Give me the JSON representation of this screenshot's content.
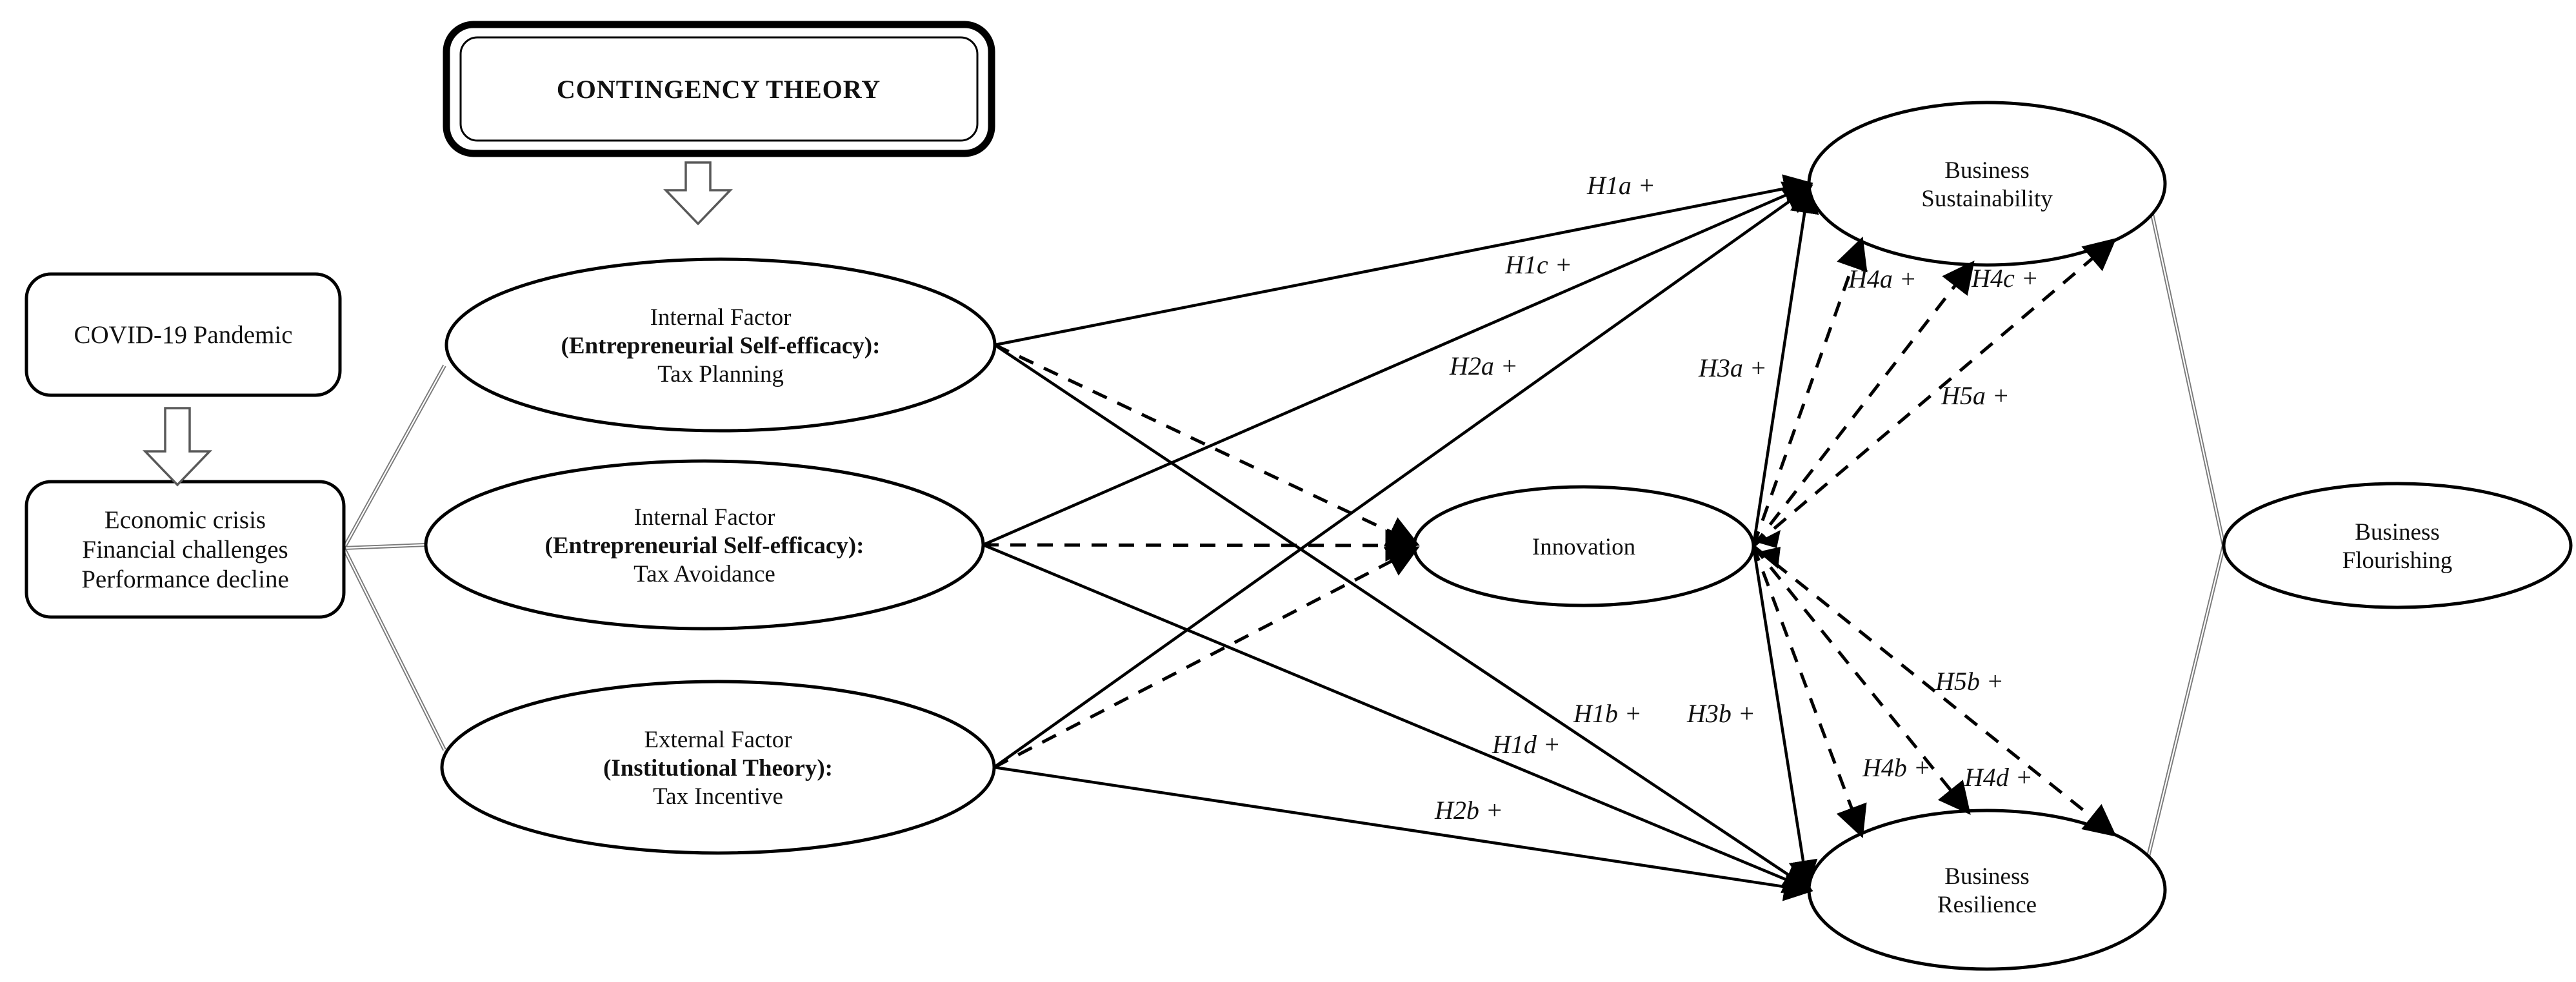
{
  "diagram": {
    "contingency_box": {
      "label": "CONTINGENCY THEORY"
    },
    "covid_box": {
      "label": "COVID-19 Pandemic"
    },
    "impact_box": {
      "line1": "Economic crisis",
      "line2": "Financial challenges",
      "line3": "Performance decline"
    },
    "nodes": {
      "tax_planning": {
        "line1": "Internal Factor",
        "line2": "(Entrepreneurial Self-efficacy):",
        "line3": "Tax Planning"
      },
      "tax_avoidance": {
        "line1": "Internal Factor",
        "line2": "(Entrepreneurial Self-efficacy):",
        "line3": "Tax Avoidance"
      },
      "tax_incentive": {
        "line1": "External Factor",
        "line2": "(Institutional Theory):",
        "line3": "Tax Incentive"
      },
      "innovation": {
        "line1": "Innovation"
      },
      "sustainability": {
        "line1": "Business",
        "line2": "Sustainability"
      },
      "resilience": {
        "line1": "Business",
        "line2": "Resilience"
      },
      "flourishing": {
        "line1": "Business",
        "line2": "Flourishing"
      }
    },
    "hypotheses": {
      "h1a": "H1a +",
      "h1b": "H1b +",
      "h1c": "H1c +",
      "h1d": "H1d +",
      "h2a": "H2a +",
      "h2b": "H2b +",
      "h3a": "H3a +",
      "h3b": "H3b +",
      "h4a": "H4a +",
      "h4b": "H4b +",
      "h4c": "H4c +",
      "h4d": "H4d +",
      "h5a": "H5a +",
      "h5b": "H5b +"
    },
    "edges": [
      {
        "from": "covid_pandemic",
        "to": "economic_impacts",
        "type": "block-arrow",
        "label": ""
      },
      {
        "from": "contingency_theory",
        "to": "factors",
        "type": "block-arrow",
        "label": ""
      },
      {
        "from": "economic_impacts",
        "to": "tax_planning",
        "type": "plain-line",
        "label": ""
      },
      {
        "from": "economic_impacts",
        "to": "tax_avoidance",
        "type": "plain-line",
        "label": ""
      },
      {
        "from": "economic_impacts",
        "to": "tax_incentive",
        "type": "plain-line",
        "label": ""
      },
      {
        "from": "tax_planning",
        "to": "sustainability",
        "type": "solid-arrow",
        "label": "H1a +"
      },
      {
        "from": "tax_planning",
        "to": "resilience",
        "type": "solid-arrow",
        "label": "H1b +"
      },
      {
        "from": "tax_avoidance",
        "to": "sustainability",
        "type": "solid-arrow",
        "label": "H1c +"
      },
      {
        "from": "tax_avoidance",
        "to": "resilience",
        "type": "solid-arrow",
        "label": "H1d +"
      },
      {
        "from": "tax_incentive",
        "to": "sustainability",
        "type": "solid-arrow",
        "label": "H2a +"
      },
      {
        "from": "tax_incentive",
        "to": "resilience",
        "type": "solid-arrow",
        "label": "H2b +"
      },
      {
        "from": "innovation",
        "to": "sustainability",
        "type": "solid-arrow",
        "label": "H3a +"
      },
      {
        "from": "innovation",
        "to": "resilience",
        "type": "solid-arrow",
        "label": "H3b +"
      },
      {
        "from": "tax_planning",
        "to": "innovation",
        "type": "dashed-arrow",
        "label": ""
      },
      {
        "from": "tax_avoidance",
        "to": "innovation",
        "type": "dashed-arrow",
        "label": ""
      },
      {
        "from": "tax_incentive",
        "to": "innovation",
        "type": "dashed-arrow",
        "label": ""
      },
      {
        "from": "innovation",
        "to": "sustainability",
        "type": "dashed-arrow",
        "label": "H4a +"
      },
      {
        "from": "innovation",
        "to": "sustainability",
        "type": "dashed-arrow",
        "label": "H4c +"
      },
      {
        "from": "innovation",
        "to": "sustainability",
        "type": "dashed-arrow",
        "label": "H5a +"
      },
      {
        "from": "innovation",
        "to": "resilience",
        "type": "dashed-arrow",
        "label": "H4b +"
      },
      {
        "from": "innovation",
        "to": "resilience",
        "type": "dashed-arrow",
        "label": "H4d +"
      },
      {
        "from": "innovation",
        "to": "resilience",
        "type": "dashed-arrow",
        "label": "H5b +"
      },
      {
        "from": "sustainability",
        "to": "flourishing",
        "type": "plain-line",
        "label": ""
      },
      {
        "from": "resilience",
        "to": "flourishing",
        "type": "plain-line",
        "label": ""
      }
    ],
    "colors": {
      "stroke": "#000000",
      "gray_connector": "#7a7a7a",
      "block_arrow_outline": "#595959",
      "text": "#111111",
      "background": "#ffffff"
    }
  }
}
